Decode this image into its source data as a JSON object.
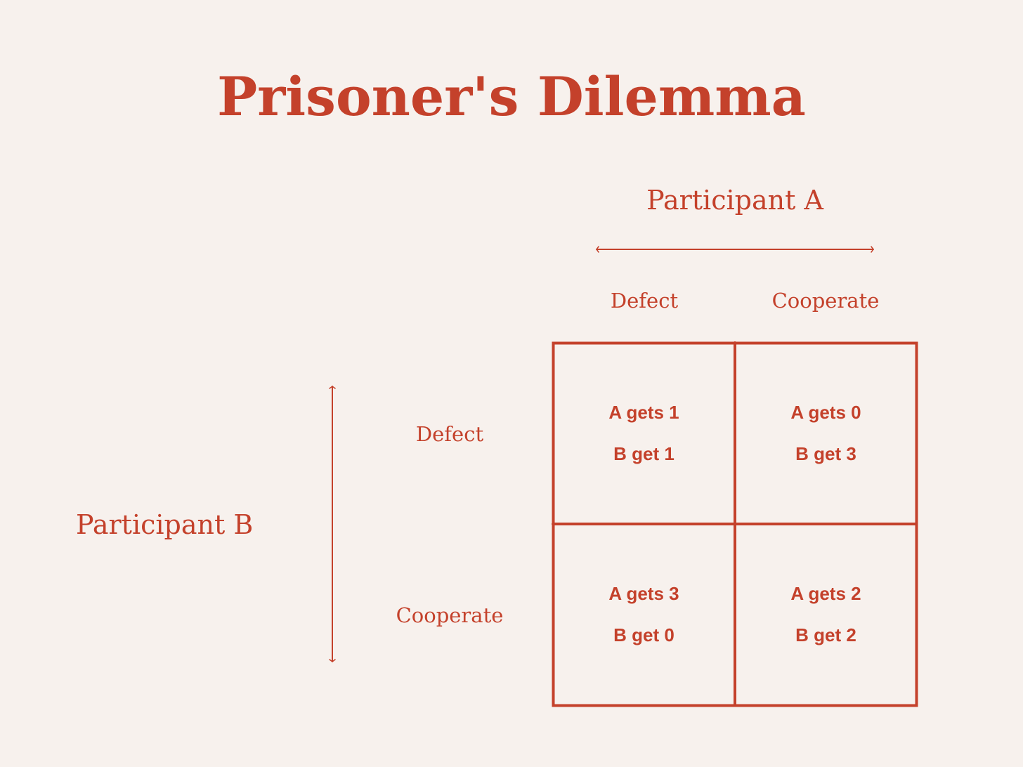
{
  "title": "Prisoner's Dilemma",
  "participant_a": "Participant A",
  "participant_b": "Participant B",
  "columns": [
    "Defect",
    "Cooperate"
  ],
  "rows": [
    "Defect",
    "Cooperate"
  ],
  "cells": [
    [
      {
        "a": "A gets 1",
        "b": "B get 1"
      },
      {
        "a": "A gets 0",
        "b": "B get 3"
      }
    ],
    [
      {
        "a": "A gets 3",
        "b": "B get 0"
      },
      {
        "a": "A gets 2",
        "b": "B get 2"
      }
    ]
  ],
  "colors": {
    "accent": "#c4412b",
    "background": "#f7f1ed"
  }
}
